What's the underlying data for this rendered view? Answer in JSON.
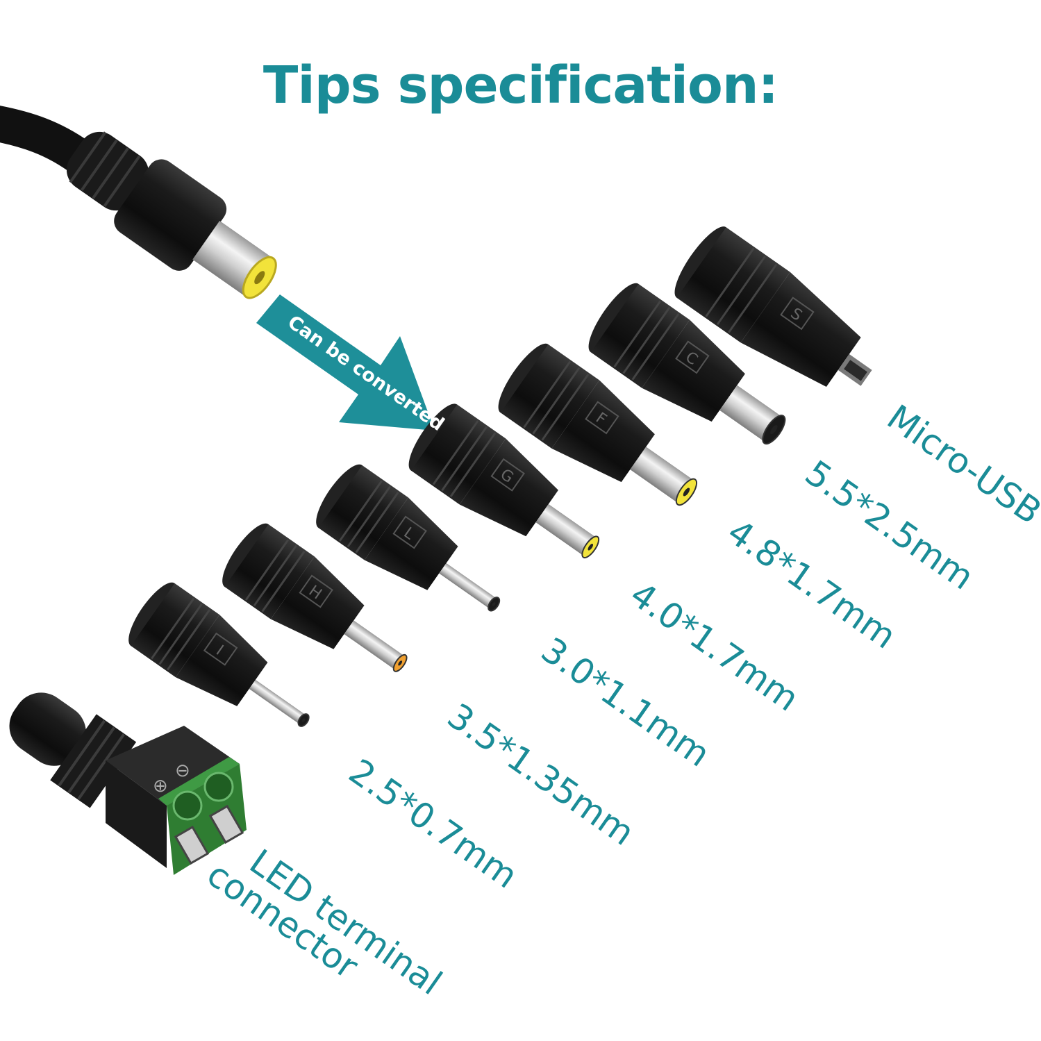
{
  "title": "Tips specification:",
  "arrow_label": "Can be converted",
  "tips": [
    {
      "size": "Micro-USB",
      "letter": "S"
    },
    {
      "size": "5.5*2.5mm",
      "letter": "C"
    },
    {
      "size": "4.8*1.7mm",
      "letter": "F"
    },
    {
      "size": "4.0*1.7mm",
      "letter": "G"
    },
    {
      "size": "3.0*1.1mm",
      "letter": "L"
    },
    {
      "size": "3.5*1.35mm",
      "letter": "H"
    },
    {
      "size": "2.5*0.7mm",
      "letter": "I"
    }
  ],
  "terminal": {
    "line1": "LED terminal",
    "line2": "connector",
    "plus": "⊕",
    "minus": "⊖"
  },
  "colors": {
    "accent": "#1a8c97",
    "arrow": "#1e8f99",
    "plug": "#1b1b1b",
    "terminal": "#2f7d32",
    "tip_yellow": "#f2e33a",
    "tip_orange": "#f0a030"
  }
}
